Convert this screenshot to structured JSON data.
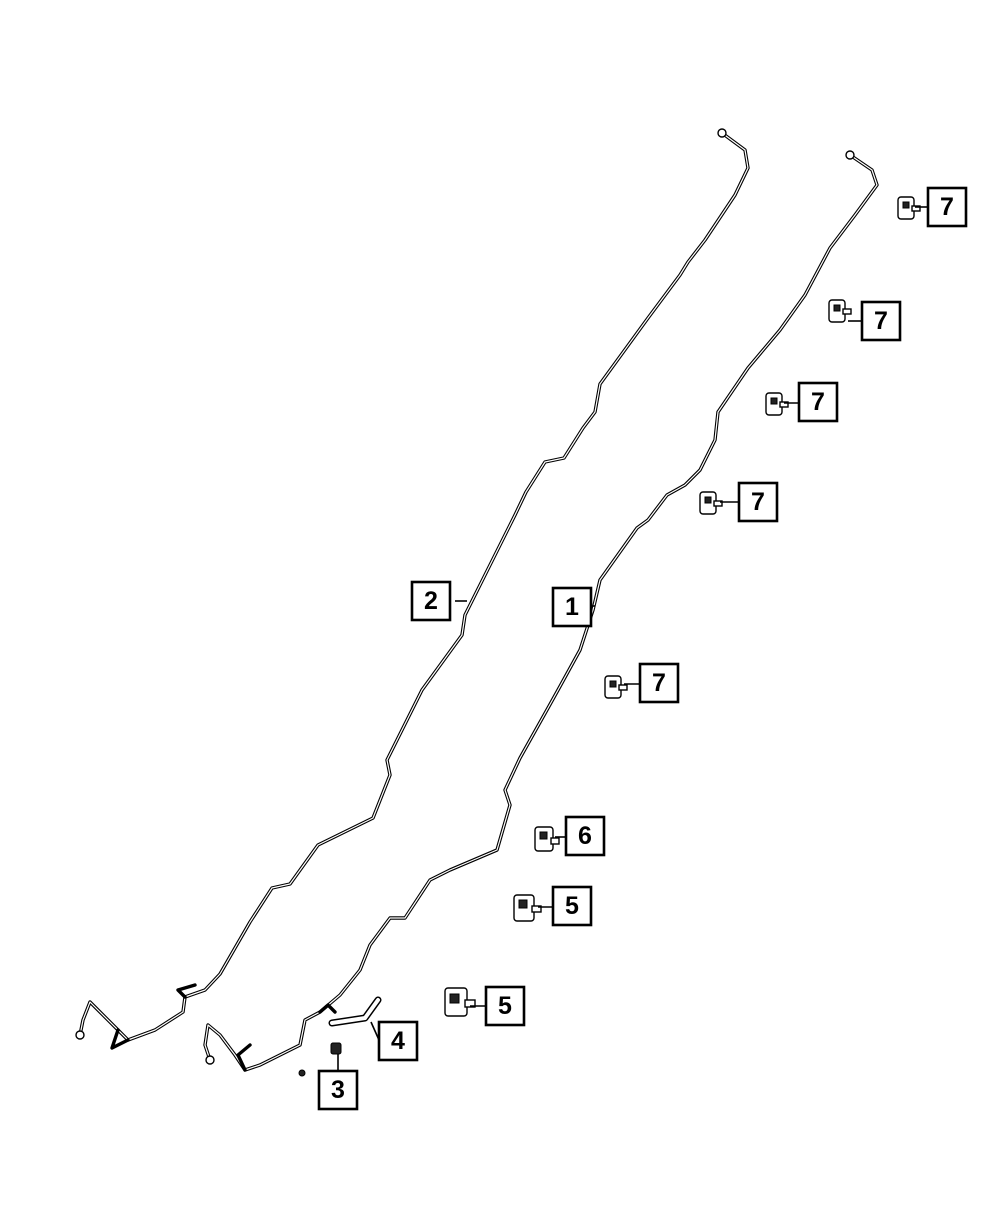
{
  "callouts": [
    {
      "id": "callout-1",
      "number": "1"
    },
    {
      "id": "callout-2",
      "number": "2"
    },
    {
      "id": "callout-3",
      "number": "3"
    },
    {
      "id": "callout-4",
      "number": "4"
    },
    {
      "id": "callout-5a",
      "number": "5"
    },
    {
      "id": "callout-5b",
      "number": "5"
    },
    {
      "id": "callout-6",
      "number": "6"
    },
    {
      "id": "callout-7a",
      "number": "7"
    },
    {
      "id": "callout-7b",
      "number": "7"
    },
    {
      "id": "callout-7c",
      "number": "7"
    },
    {
      "id": "callout-7d",
      "number": "7"
    },
    {
      "id": "callout-7e",
      "number": "7"
    }
  ]
}
